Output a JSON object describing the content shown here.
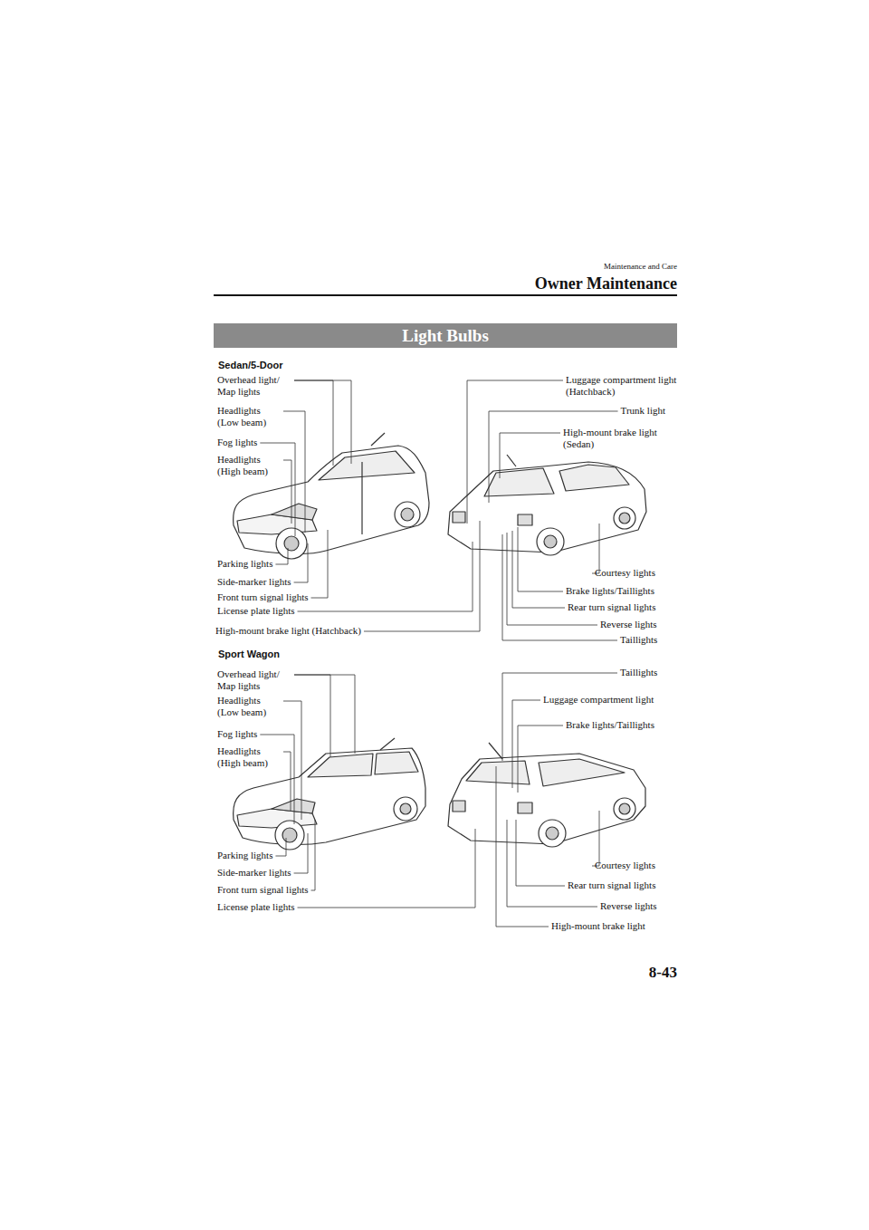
{
  "diagram": {
    "nodes": [
      {
        "text": [
          "Light Bulbs"
        ]
      }
    ],
    "labels": [
      "Maintenance and Care",
      "Owner Maintenance",
      "Sedan/5-Door",
      "Overhead light/ Map lights",
      "Headlights (Low beam)",
      "Fog lights",
      "Headlights (High beam)",
      "Parking lights",
      "Side-marker lights",
      "Front turn signal lights",
      "License plate lights",
      "High-mount brake light (Hatchback)",
      "Luggage compartment light (Hatchback)",
      "Trunk light",
      "High-mount brake light (Sedan)",
      "Courtesy lights",
      "Brake lights/Taillights",
      "Rear turn signal lights",
      "Reverse lights",
      "Taillights",
      "Sport Wagon",
      "Overhead light/ Map lights",
      "Headlights (Low beam)",
      "Fog lights",
      "Headlights (High beam)",
      "Parking lights",
      "Side-marker lights",
      "Front turn signal lights",
      "License plate lights",
      "Taillights",
      "Luggage compartment light",
      "Brake lights/Taillights",
      "Courtesy lights",
      "Rear turn signal lights",
      "Reverse lights",
      "High-mount brake light",
      "8-43"
    ]
  }
}
